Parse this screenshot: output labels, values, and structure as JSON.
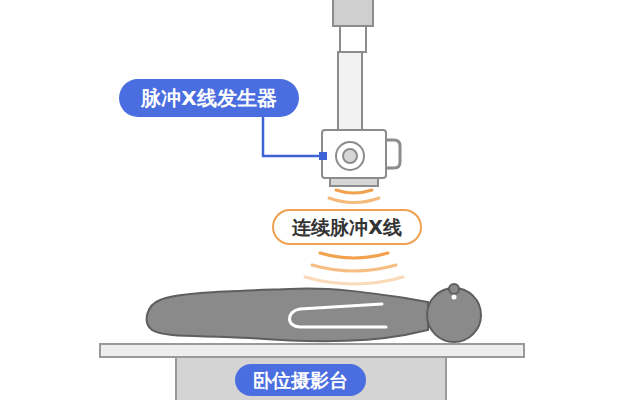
{
  "diagram": {
    "nodes": [
      {
        "text": [
          "脉冲X线发生器"
        ]
      },
      {
        "text": [
          "连续脉冲X线"
        ]
      },
      {
        "text": [
          "卧位摄影台"
        ]
      }
    ]
  }
}
